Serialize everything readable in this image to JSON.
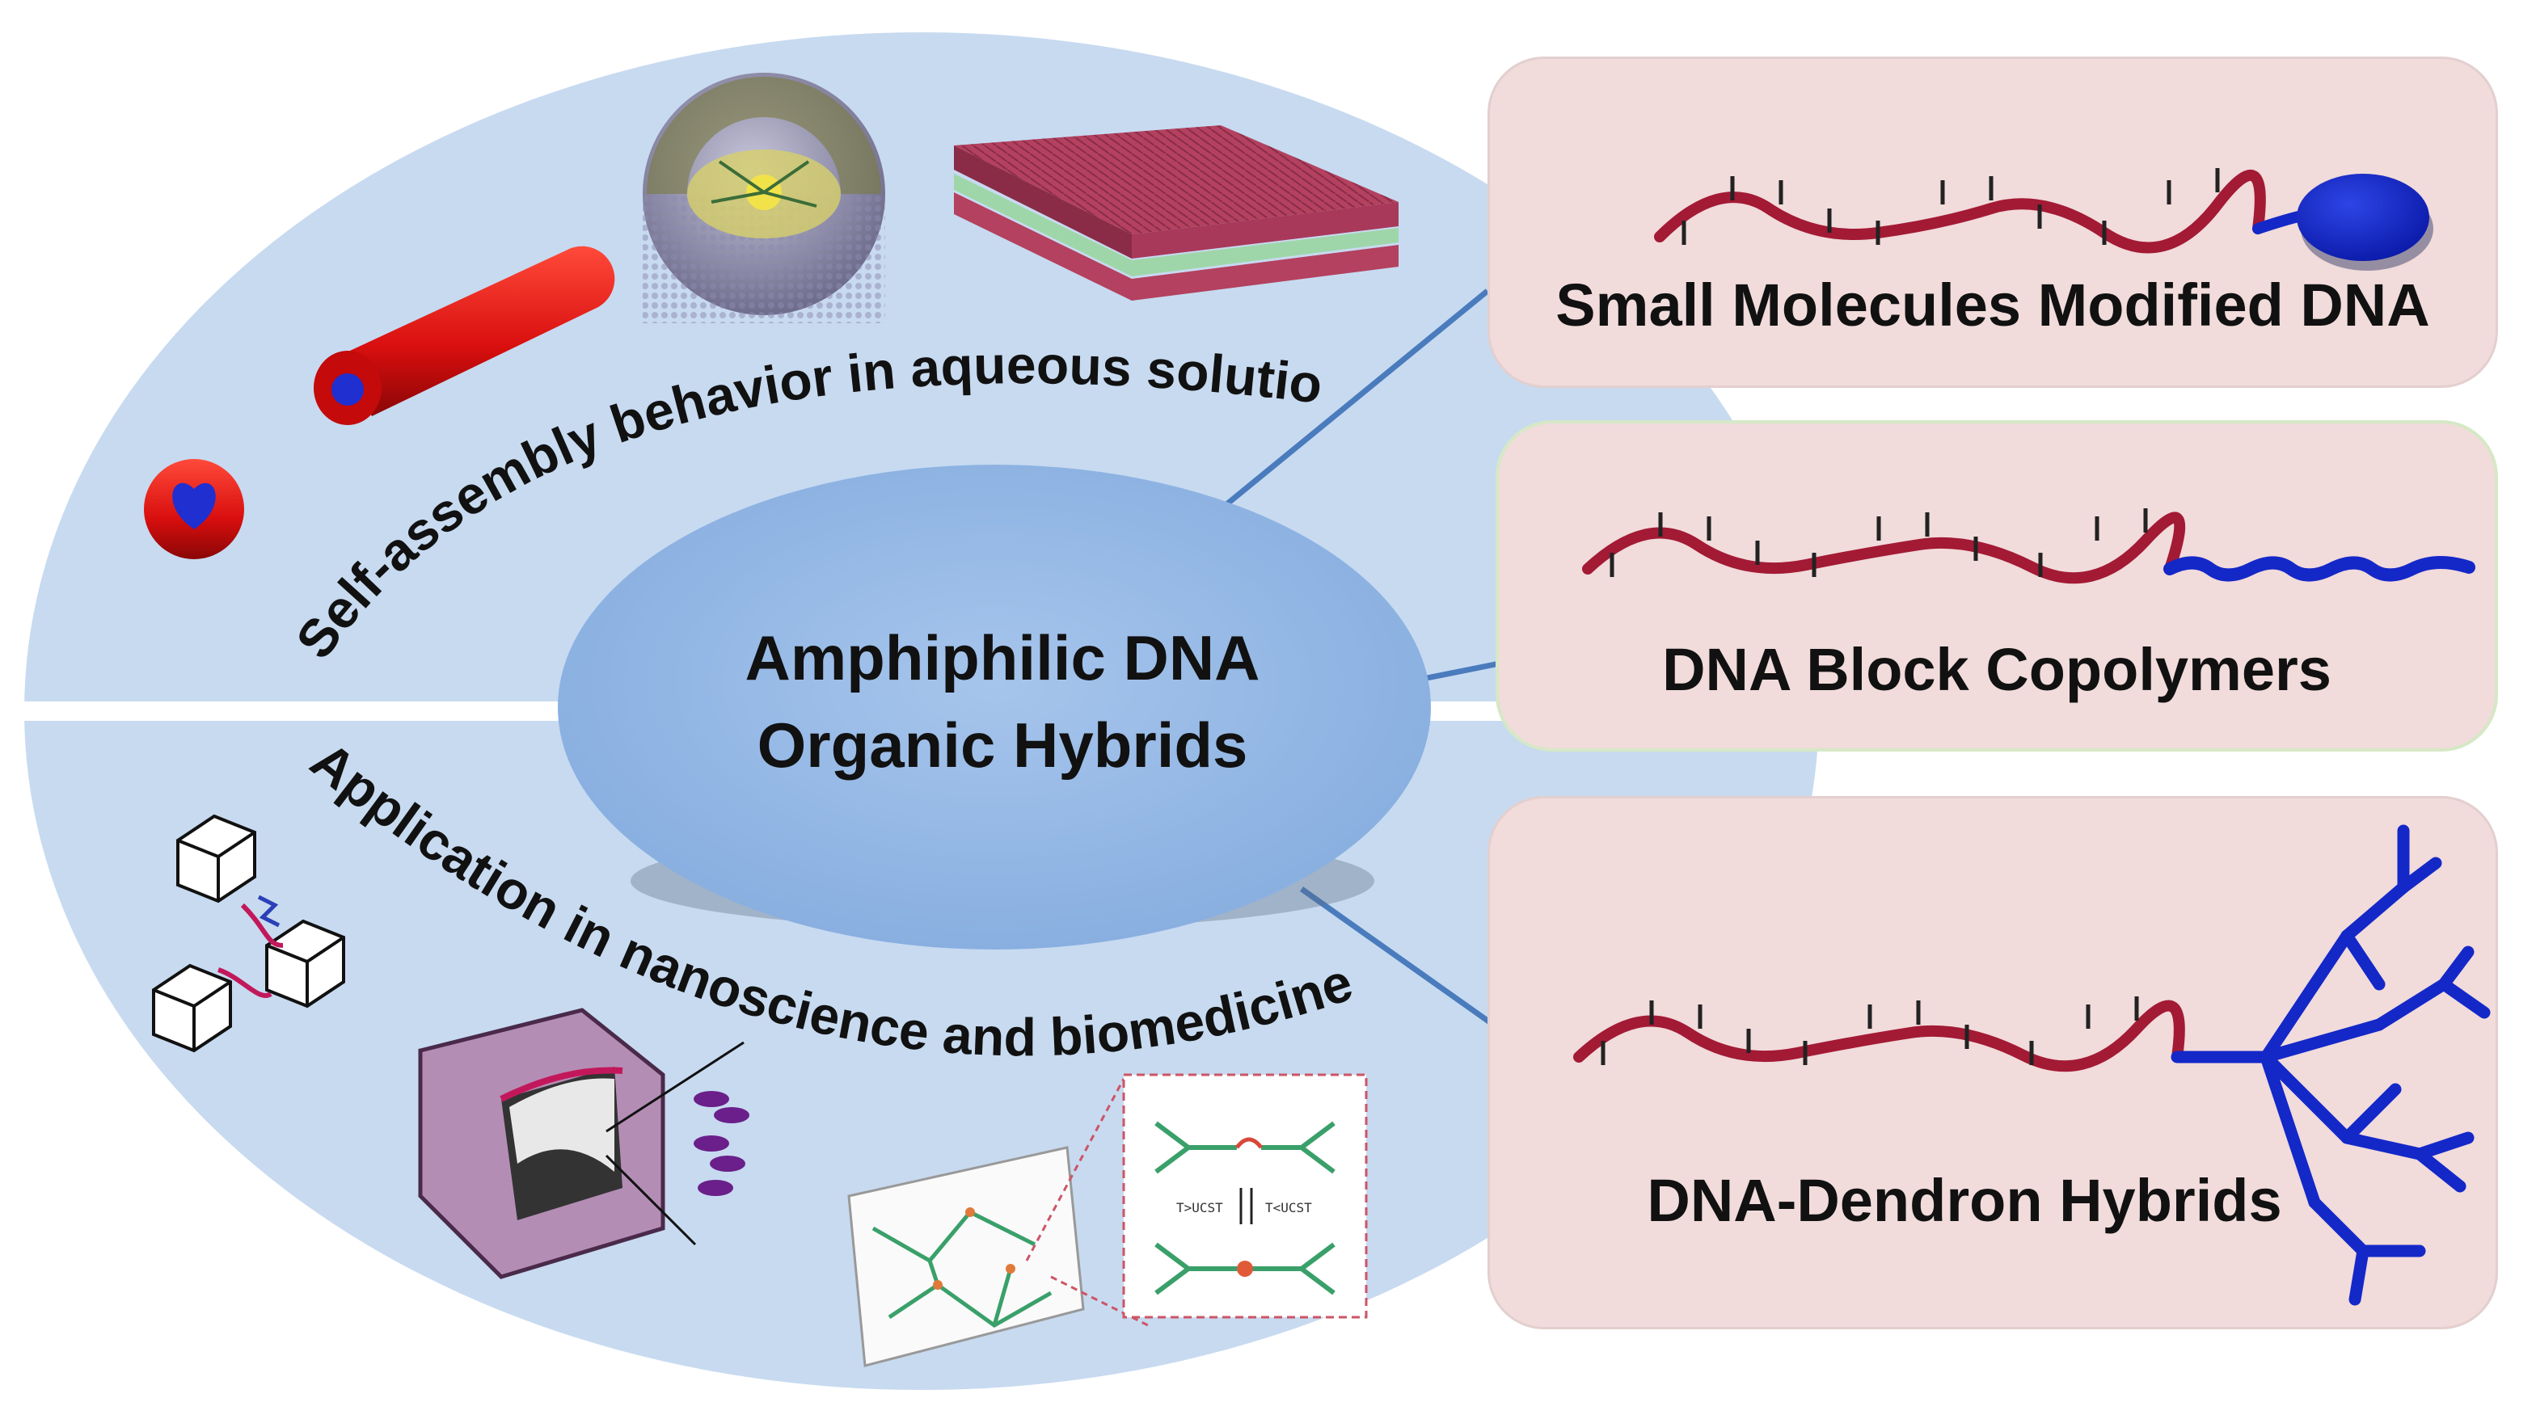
{
  "center": {
    "line1": "Amphiphilic DNA",
    "line2": "Organic Hybrids"
  },
  "top_arc_text": "Self-assembly behavior in aqueous solution",
  "bottom_arc_text": "Application in nanoscience and  biomedicine",
  "panels": [
    {
      "label": "Small Molecules Modified DNA",
      "tail_icon": "small-molecule-blob-icon"
    },
    {
      "label": "DNA Block Copolymers",
      "tail_icon": "polymer-coil-icon"
    },
    {
      "label": "DNA-Dendron Hybrids",
      "tail_icon": "dendron-icon"
    }
  ],
  "colors": {
    "ellipse_fill": "#c7daf0",
    "center_fill": "#8fb4e3",
    "panel_fill": "#f1dbdb",
    "panel_border": "#e3cfcf",
    "panel2_border": "#d6e8c6",
    "dna_strand": "#a31a35",
    "attachment_blue": "#1428c8",
    "connector": "#4a7bbd"
  }
}
